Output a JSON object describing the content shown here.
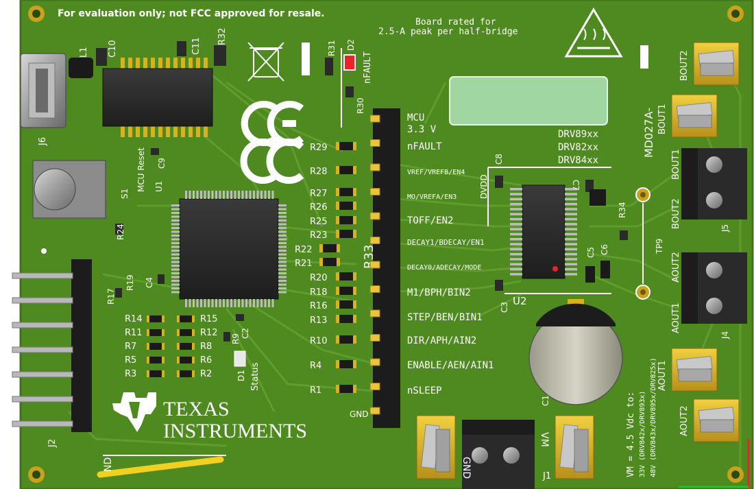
{
  "colors": {
    "pcb": "#4e8a20",
    "pcb_dark": "#3f7418",
    "trace": "#5c9a2a",
    "silkscreen": "#ffffff",
    "gold": "#d8b21e",
    "header_black": "#1c1c1c",
    "chip_dark": "#2a2a2a",
    "led_red": "#e8232a",
    "label_window": "#9fd6a2"
  },
  "notices": {
    "evaluation": "For evaluation only; not FCC approved for resale.",
    "rating_line1": "Board rated for",
    "rating_line2": "2.5-A peak per half-bridge",
    "hot_surface_icon": "hot-surface-warning-icon",
    "weee_icon": "crossed-out-bin-icon",
    "ce_mark": "CE-mark-icon"
  },
  "board_id": "MD027A-",
  "mcu": {
    "label_line1": "MCU",
    "label_line2": "3.3 V",
    "u1": "U1",
    "s1": "S1",
    "mcu_reset": "MCU Reset"
  },
  "driver": {
    "variants": [
      "DRV89xx",
      "DRV82xx",
      "DRV84xx"
    ],
    "u2": "U2"
  },
  "header_signals": [
    {
      "ref": "R29",
      "signal": "nFAULT"
    },
    {
      "ref": "R28",
      "signal": "VREF/VREFB/EN4"
    },
    {
      "ref": "R27",
      "signal": "MO/VREFA/EN3"
    },
    {
      "ref": "R26",
      "signal": ""
    },
    {
      "ref": "R25",
      "signal": "TOFF/EN2"
    },
    {
      "ref": "R23",
      "signal": ""
    },
    {
      "ref": "R22",
      "signal": "DECAY1/BDECAY/EN1"
    },
    {
      "ref": "R21",
      "signal": "DECAY0/ADECAY/MODE"
    },
    {
      "ref": "R20",
      "signal": ""
    },
    {
      "ref": "R18",
      "signal": "M1/BPH/BIN2"
    },
    {
      "ref": "R16",
      "signal": ""
    },
    {
      "ref": "R13",
      "signal": "STEP/BEN/BIN1"
    },
    {
      "ref": "R10",
      "signal": "DIR/APH/AIN2"
    },
    {
      "ref": "R4",
      "signal": "ENABLE/AEN/AIN1"
    },
    {
      "ref": "R1",
      "signal": "nSLEEP"
    }
  ],
  "gnd_label": "GND",
  "r33": "R33",
  "left_resistors": {
    "col1": [
      "R14",
      "R11",
      "R7",
      "R5",
      "R3"
    ],
    "col2": [
      "R15",
      "R12",
      "R8",
      "R6",
      "R2"
    ]
  },
  "status": {
    "d1": "D1",
    "label": "Status",
    "r9": "R9",
    "c2": "C2"
  },
  "refdes": {
    "L1": "L1",
    "C10": "C10",
    "C11": "C11",
    "R32": "R32",
    "R31": "R31",
    "D2": "D2",
    "nFAULT": "nFAULT",
    "R30": "R30",
    "J6": "J6",
    "C9": "C9",
    "R24": "R24",
    "R17": "R17",
    "R19": "R19",
    "C4": "C4",
    "J2": "J2",
    "C8": "C8",
    "DVDD": "DVDD",
    "C7": "C7",
    "C5": "C5",
    "C6": "C6",
    "C3": "C3",
    "C1": "C1",
    "R34": "R34",
    "TP9": "TP9",
    "J5": "J5",
    "J4": "J4",
    "J1": "J1",
    "GND_J1": "GND",
    "VM_J1": "VM"
  },
  "outputs": {
    "bout2_top": "BOUT2",
    "bout1_top": "BOUT1",
    "bout1_term": "BOUT1",
    "bout2_term": "BOUT2",
    "aout2_term": "AOUT2",
    "aout1_term": "AOUT1",
    "aout1_bottom": "AOUT1",
    "aout2_bottom": "AOUT2"
  },
  "vm_rating": {
    "line1": "VM = 4.5 Vdc to:",
    "line2": "33V (DRV842x/DRV893x)",
    "line3": "48V (DRV843x/DRV895x/DRV825x)"
  },
  "logo": {
    "line1": "Texas",
    "line2": "Instruments",
    "icon": "ti-state-logo-icon"
  },
  "j2_label": "J2",
  "nd_label": "ND"
}
